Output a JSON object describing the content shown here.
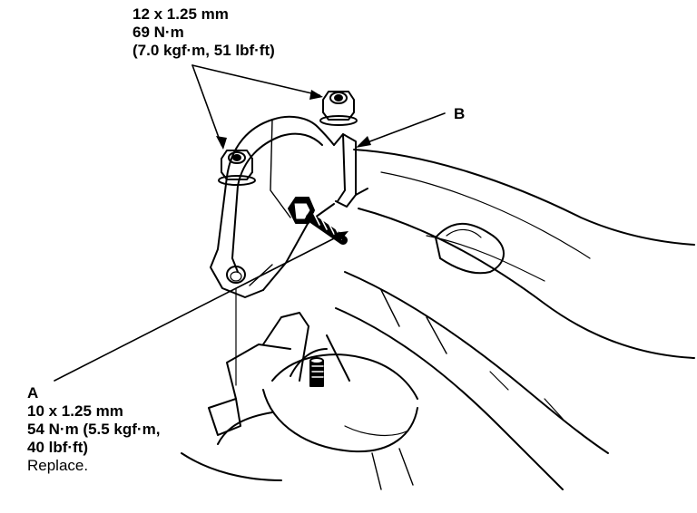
{
  "callouts": {
    "nuts": {
      "size": "12 x 1.25 mm",
      "torque_nm": "69 N·m",
      "torque_alt": "(7.0 kgf·m, 51 lbf·ft)"
    },
    "b": {
      "letter": "B"
    },
    "a": {
      "letter": "A",
      "size": "10 x 1.25 mm",
      "torque_line1": "54 N·m (5.5 kgf·m,",
      "torque_line2": "40 lbf·ft)",
      "note": "Replace."
    }
  }
}
